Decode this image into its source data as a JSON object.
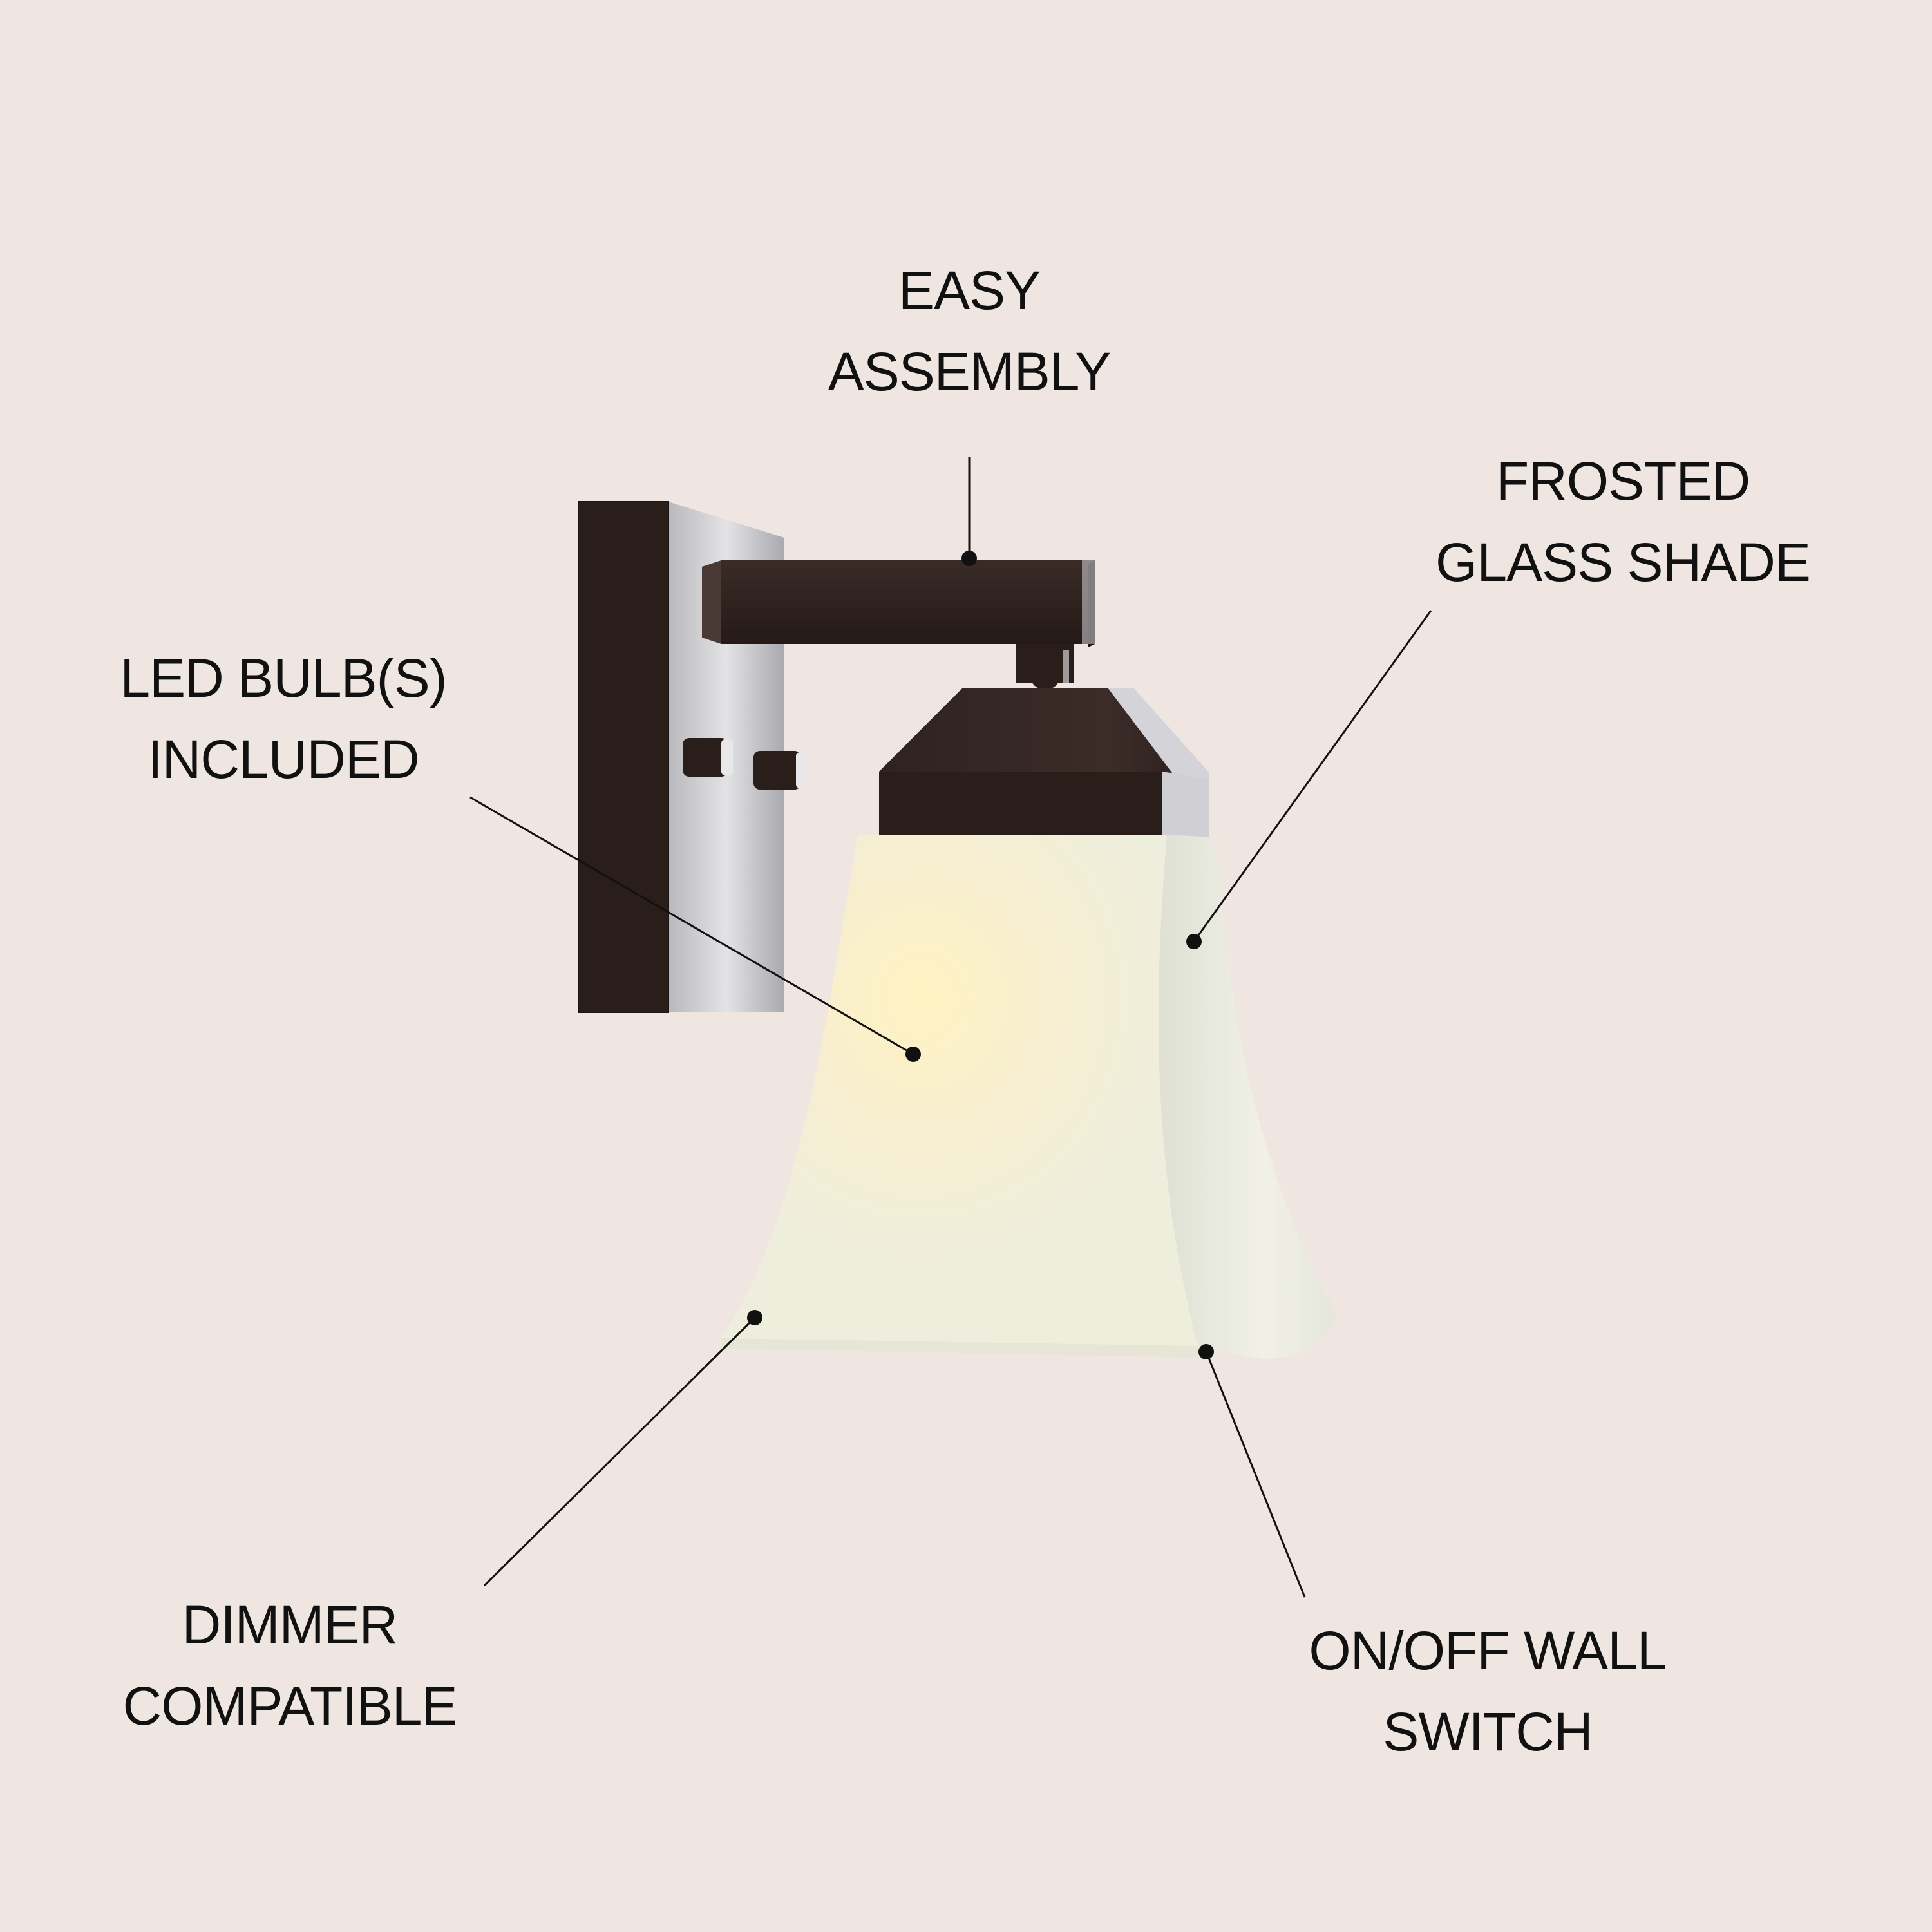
{
  "background_color": "#efe6e1",
  "text_color": "#111111",
  "callouts": {
    "easy_assembly": {
      "line1": "EASY",
      "line2": "ASSEMBLY"
    },
    "frosted_glass": {
      "line1": "FROSTED",
      "line2": "GLASS SHADE"
    },
    "led_bulbs": {
      "line1": "LED BULB(S)",
      "line2": "INCLUDED"
    },
    "dimmer": {
      "line1": "DIMMER",
      "line2": "COMPATIBLE"
    },
    "wall_switch": {
      "line1": "ON/OFF WALL",
      "line2": "SWITCH"
    }
  },
  "product": {
    "finish_color": "#2a1e1b",
    "plate_side_color": "#c9c9cc",
    "glass_color": "#f3f0dc",
    "glow_color": "#fff1b8"
  }
}
